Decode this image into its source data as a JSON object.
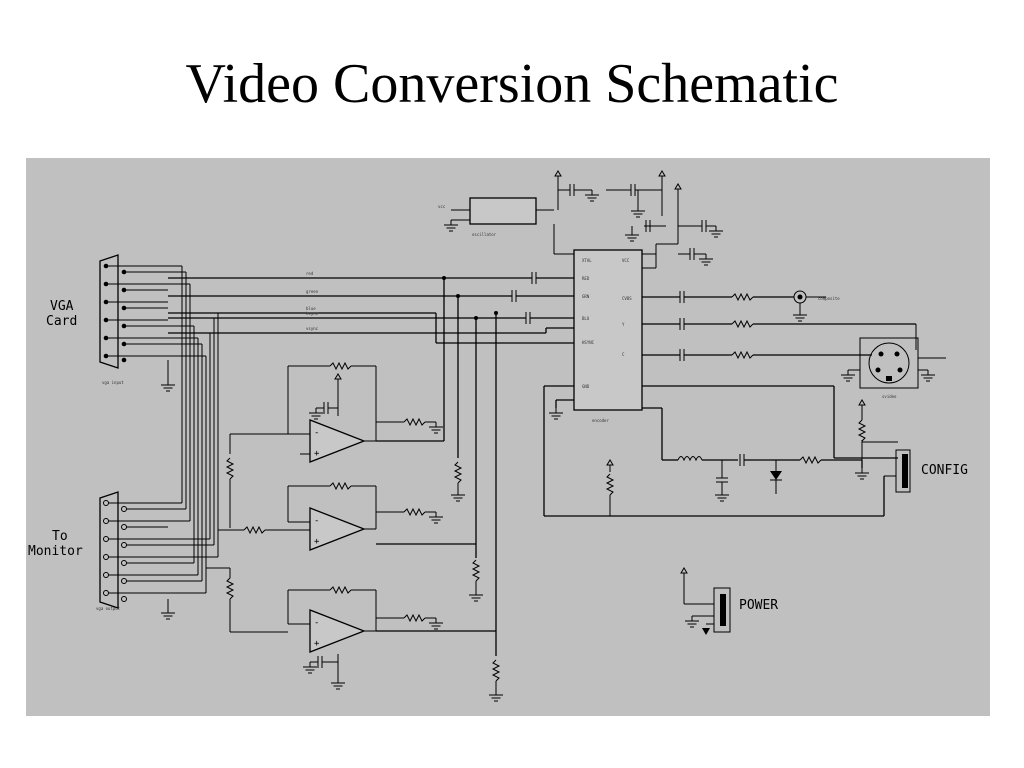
{
  "slide": {
    "title": "Video Conversion Schematic"
  },
  "schematic": {
    "labels": {
      "vga_line1": "VGA",
      "vga_line2": "Card",
      "monitor_line1": "To",
      "monitor_line2": "Monitor",
      "config": "CONFIG",
      "power": "POWER"
    },
    "colors": {
      "background": "#c0c0c0",
      "ink": "#000000"
    }
  }
}
